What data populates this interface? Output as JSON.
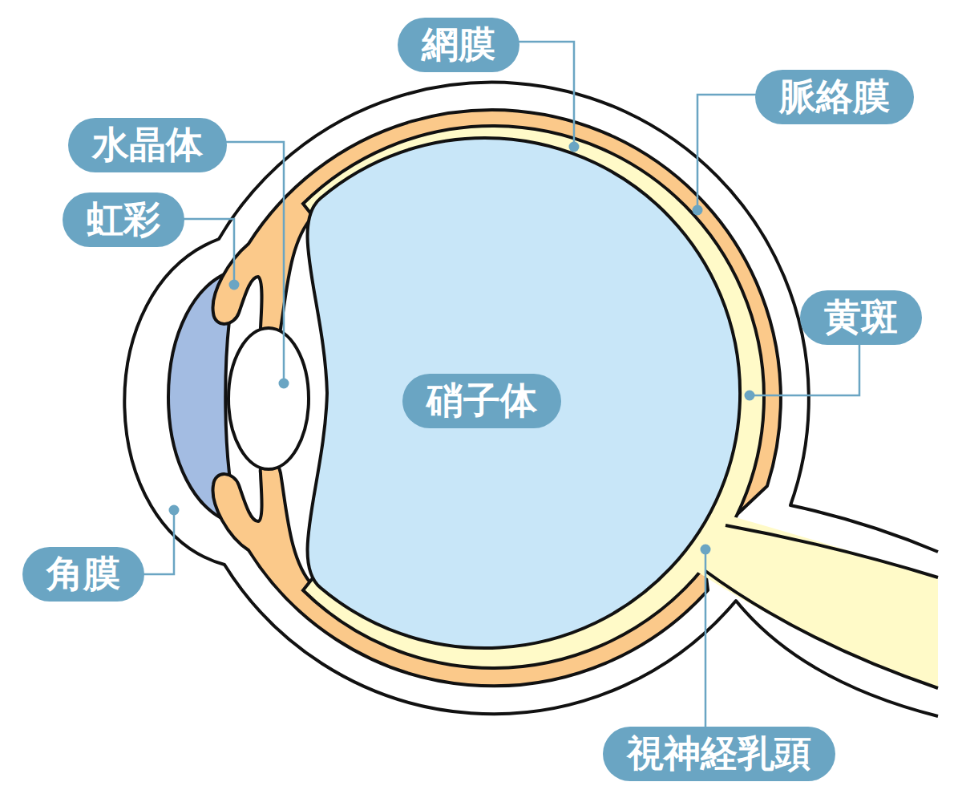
{
  "diagram": {
    "nodes": [
      {
        "text": [
          "網膜"
        ]
      },
      {
        "text": [
          "脈絡膜"
        ]
      },
      {
        "text": [
          "水晶体"
        ]
      },
      {
        "text": [
          "虹彩"
        ]
      },
      {
        "text": [
          "黄斑"
        ]
      },
      {
        "text": [
          "硝子体"
        ]
      },
      {
        "text": [
          "角膜"
        ]
      },
      {
        "text": [
          "視神経乳頭"
        ]
      }
    ]
  }
}
